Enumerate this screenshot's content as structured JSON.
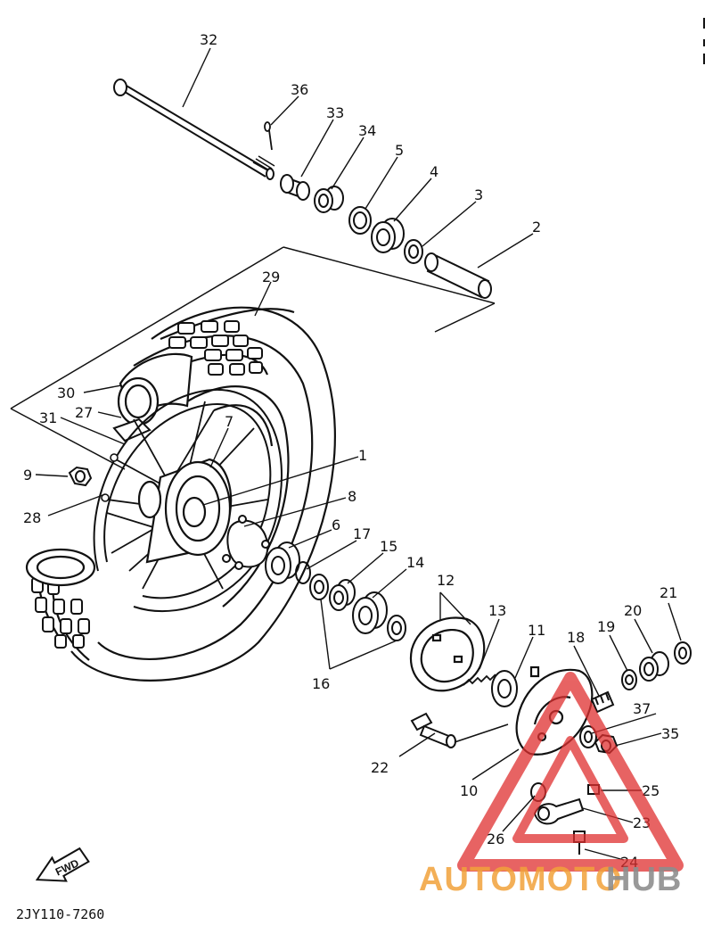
{
  "callouts": {
    "c1": "1",
    "c2": "2",
    "c3": "3",
    "c4": "4",
    "c5": "5",
    "c6": "6",
    "c7": "7",
    "c8": "8",
    "c9": "9",
    "c10": "10",
    "c11": "11",
    "c12": "12",
    "c13": "13",
    "c14": "14",
    "c15": "15",
    "c16": "16",
    "c17": "17",
    "c18": "18",
    "c19": "19",
    "c20": "20",
    "c21": "21",
    "c22": "22",
    "c23": "23",
    "c24": "24",
    "c25": "25",
    "c26": "26",
    "c27": "27",
    "c28": "28",
    "c29": "29",
    "c30": "30",
    "c31": "31",
    "c32": "32",
    "c33": "33",
    "c34": "34",
    "c35": "35",
    "c36": "36",
    "c37": "37"
  },
  "diagram_code": "2JY110-7260",
  "direction_marker": "FWD",
  "watermark": {
    "part1": "AUTOMOTO",
    "part2": "HUB",
    "brand_color": "#f2a23a",
    "secondary_color": "#8e8e8e",
    "logo_color": "#e03030"
  },
  "icons": {
    "logo": "triangle-logo-icon",
    "direction": "fwd-arrow-icon"
  }
}
